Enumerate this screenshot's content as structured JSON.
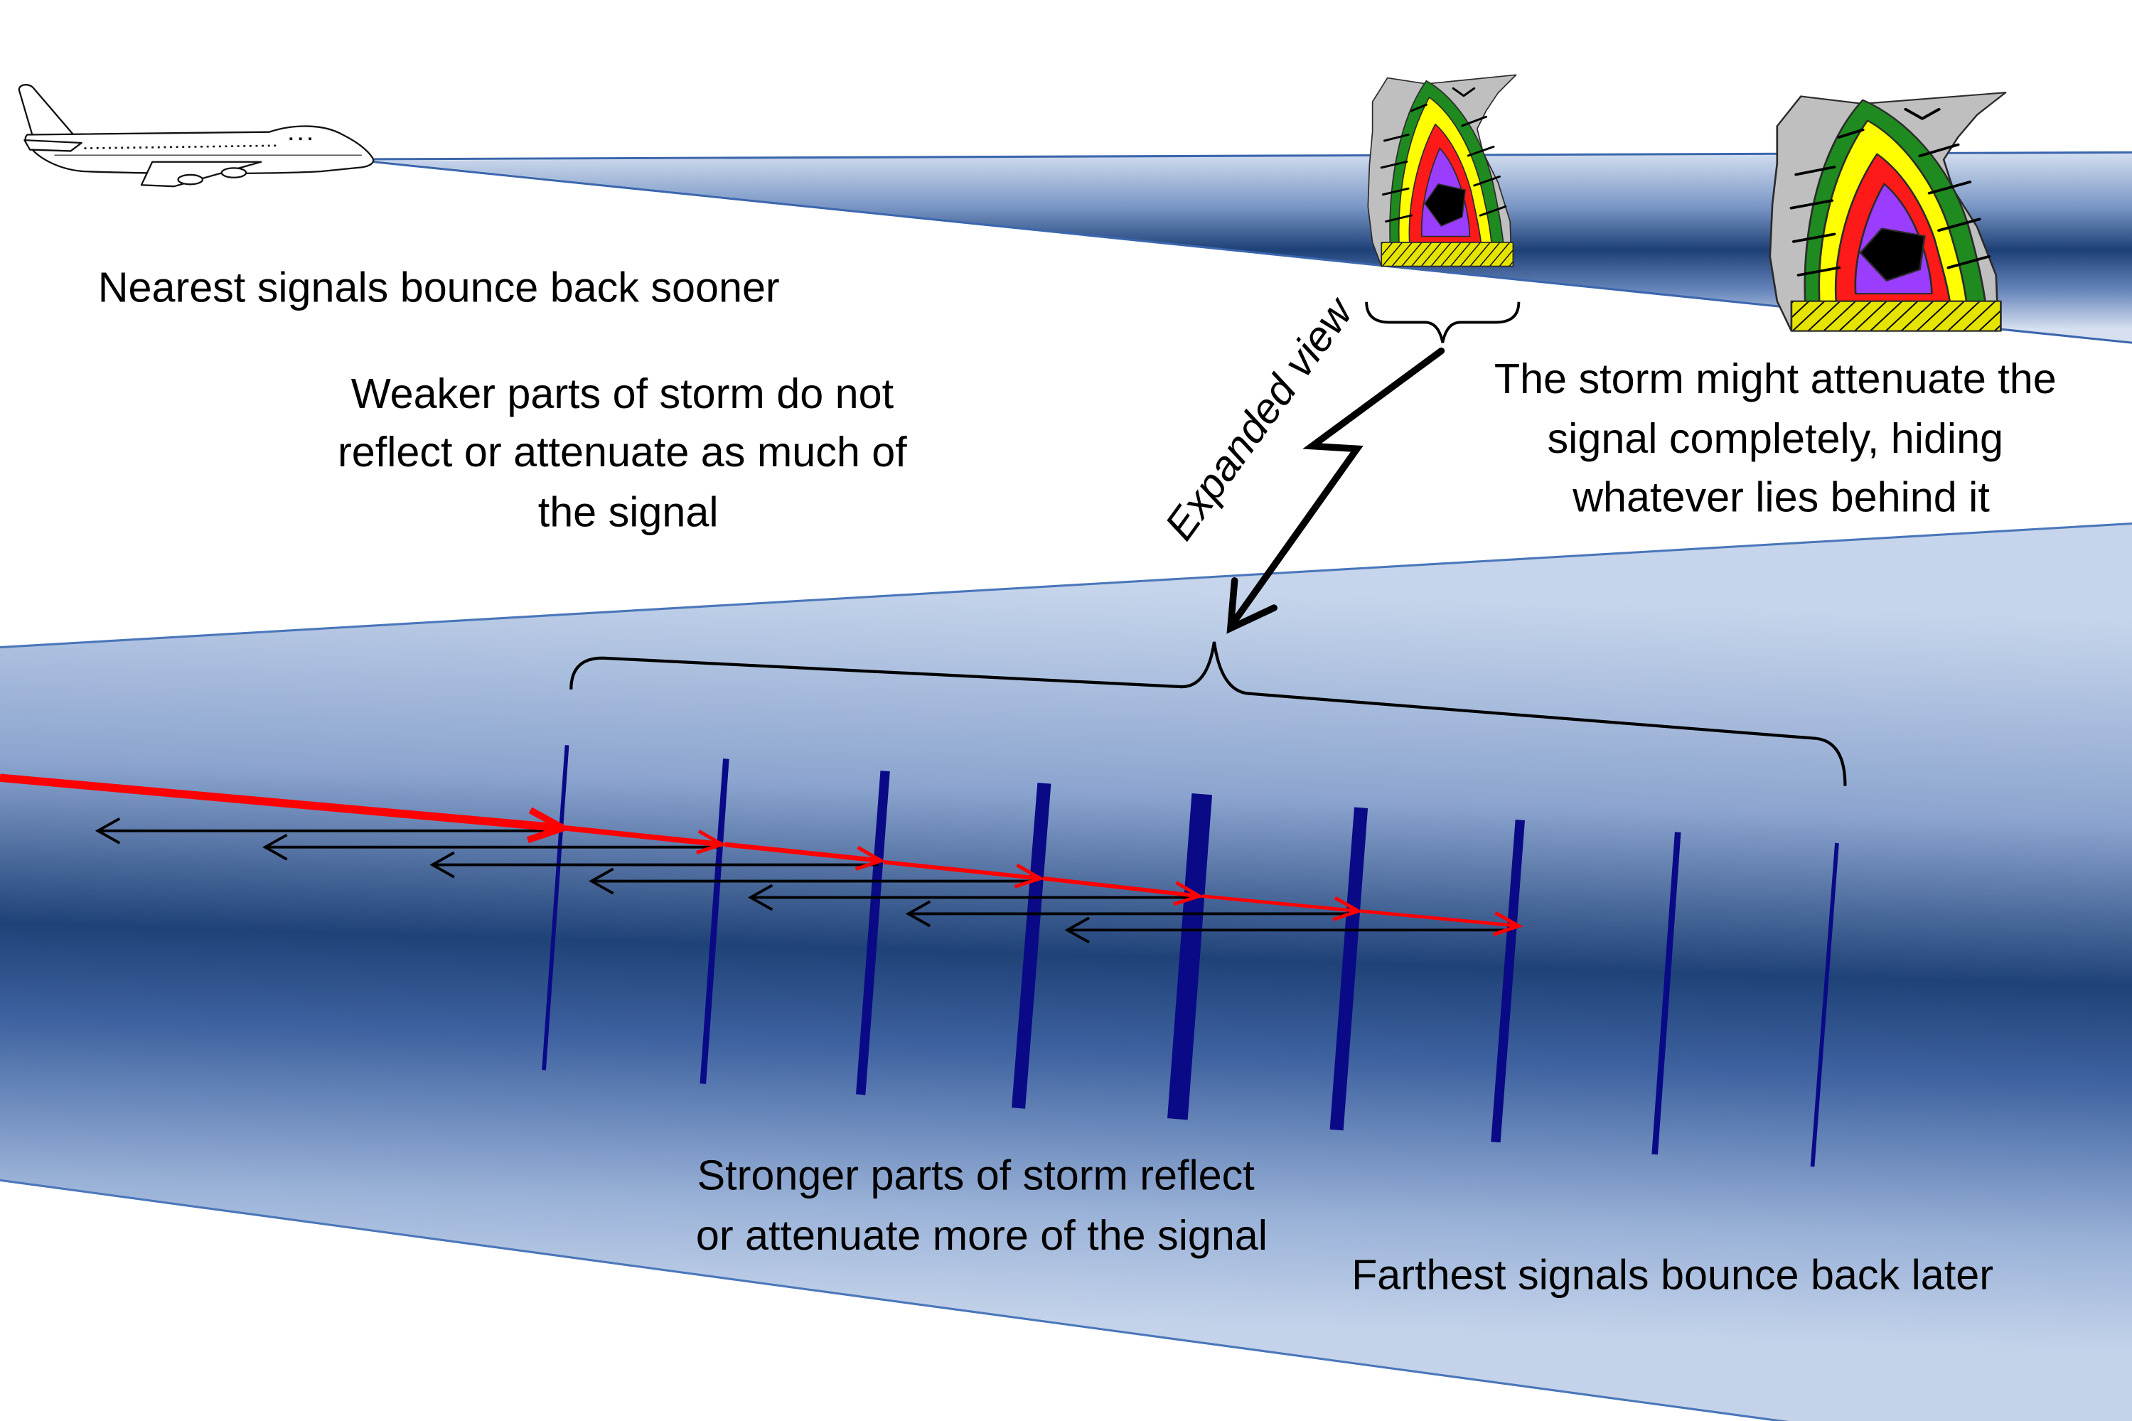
{
  "labels": {
    "nearest": "Nearest signals bounce back sooner",
    "weaker_parts": [
      "Weaker parts of storm do not",
      "reflect or attenuate as much of",
      "the signal"
    ],
    "expanded_view": "Expanded view",
    "storm_attenuate": [
      "The storm might attenuate the",
      "signal completely, hiding",
      "whatever lies behind it"
    ],
    "stronger_parts": [
      "Stronger parts of storm reflect",
      "or attenuate more of the signal"
    ],
    "farthest": "Farthest signals bounce back later"
  },
  "icons": {
    "aircraft": "airplane-icon",
    "storm": "storm-cell-icon"
  },
  "colors": {
    "outgoing_signal": "#ff0000",
    "returning_signal": "#000000",
    "reflecting_layers": "#0a0a87",
    "beam_core": "#1f4278",
    "beam_edge": "#c6d5eb",
    "storm_rings": [
      "#bfbfbf",
      "#1f8a1f",
      "#ffff00",
      "#ff1a1a",
      "#9a3dff",
      "#000000"
    ]
  }
}
